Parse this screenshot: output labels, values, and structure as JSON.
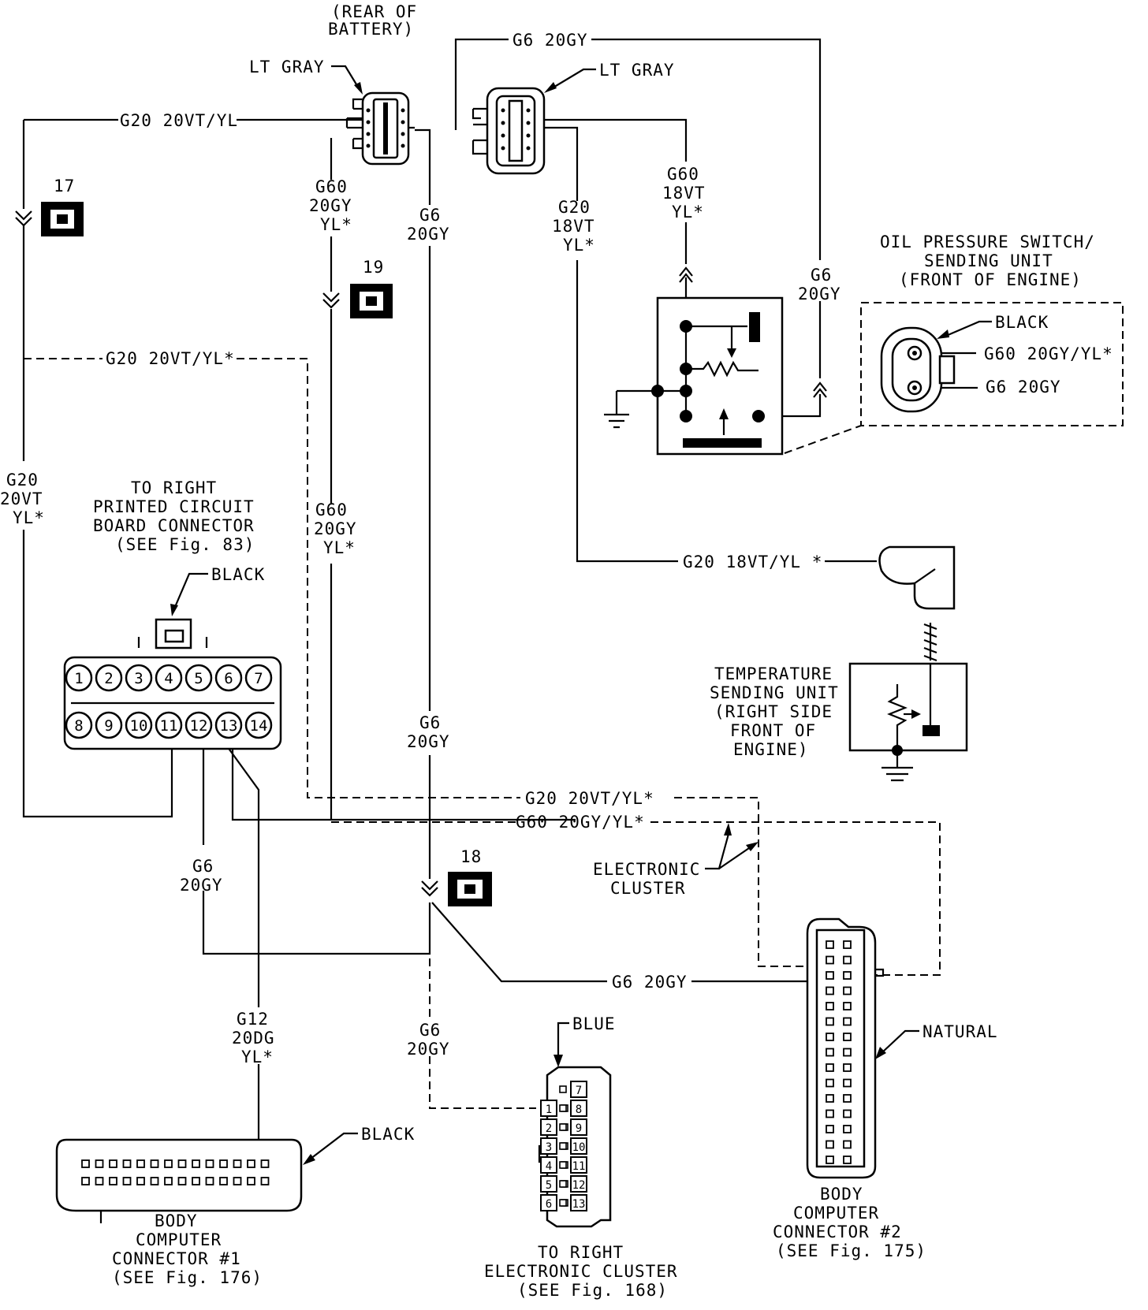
{
  "connectors": {
    "rear_battery_title": [
      "(REAR OF",
      "BATTERY)"
    ],
    "rear_battery_color": "LT GRAY",
    "top_right_color": "LT GRAY",
    "splice_17": "17",
    "splice_19": "19",
    "splice_18": "18",
    "pcb_title": [
      "TO RIGHT",
      "PRINTED CIRCUIT",
      "BOARD CONNECTOR",
      "(SEE Fig. 83)"
    ],
    "pcb_color": "BLACK",
    "pcb_pins": [
      "1",
      "2",
      "3",
      "4",
      "5",
      "6",
      "7",
      "8",
      "9",
      "10",
      "11",
      "12",
      "13",
      "14"
    ],
    "oil_title": [
      "OIL PRESSURE SWITCH/",
      "SENDING UNIT",
      "(FRONT OF ENGINE)"
    ],
    "oil_color": "BLACK",
    "oil_wire_1": "G60 20GY/YL*",
    "oil_wire_2": "G6 20GY",
    "temp_title": [
      "TEMPERATURE",
      "SENDING UNIT",
      "(RIGHT SIDE",
      "FRONT OF",
      "ENGINE)"
    ],
    "elec_cluster": [
      "ELECTRONIC",
      "CLUSTER"
    ],
    "bc1_color": "BLACK",
    "bc1_title": [
      "BODY",
      "COMPUTER",
      "CONNECTOR #1",
      "(SEE Fig. 176)"
    ],
    "cluster_color": "BLUE",
    "cluster_title": [
      "TO RIGHT",
      "ELECTRONIC CLUSTER",
      "(SEE Fig. 168)"
    ],
    "cluster_pins": [
      "1",
      "2",
      "3",
      "4",
      "5",
      "6",
      "7",
      "8",
      "9",
      "10",
      "11",
      "12",
      "13"
    ],
    "bc2_color": "NATURAL",
    "bc2_title": [
      "BODY",
      "COMPUTER",
      "CONNECTOR #2",
      "(SEE Fig. 175)"
    ]
  },
  "wires": {
    "top_g6": "G6 20GY",
    "g20_vt_yl": "G20 20VT/YL",
    "g20_dashed": "G20 20VT/YL*",
    "left_vertical": [
      "G20",
      "20VT",
      "YL*"
    ],
    "g60_upper": [
      "G60",
      "20GY",
      "YL*"
    ],
    "g60_lower": [
      "G60",
      "20GY",
      "YL*"
    ],
    "g6_upper": [
      "G6",
      "20GY"
    ],
    "g6_middle": [
      "G6",
      "20GY"
    ],
    "g20_18": [
      "G20",
      "18VT",
      "YL*"
    ],
    "g60_18": [
      "G60",
      "18VT",
      "YL*"
    ],
    "g6_right": [
      "G6",
      "20GY"
    ],
    "g20_18_horizontal": "G20 18VT/YL *",
    "g20_bottom_dashed": "G20 20VT/YL*",
    "g60_bottom_dashed": "G60 20GY/YL*",
    "g6_left_bottom": [
      "G6",
      "20GY"
    ],
    "g12": [
      "G12",
      "20DG",
      "YL*"
    ],
    "g6_cluster": [
      "G6",
      "20GY"
    ],
    "g6_bc2": "G6 20GY"
  }
}
